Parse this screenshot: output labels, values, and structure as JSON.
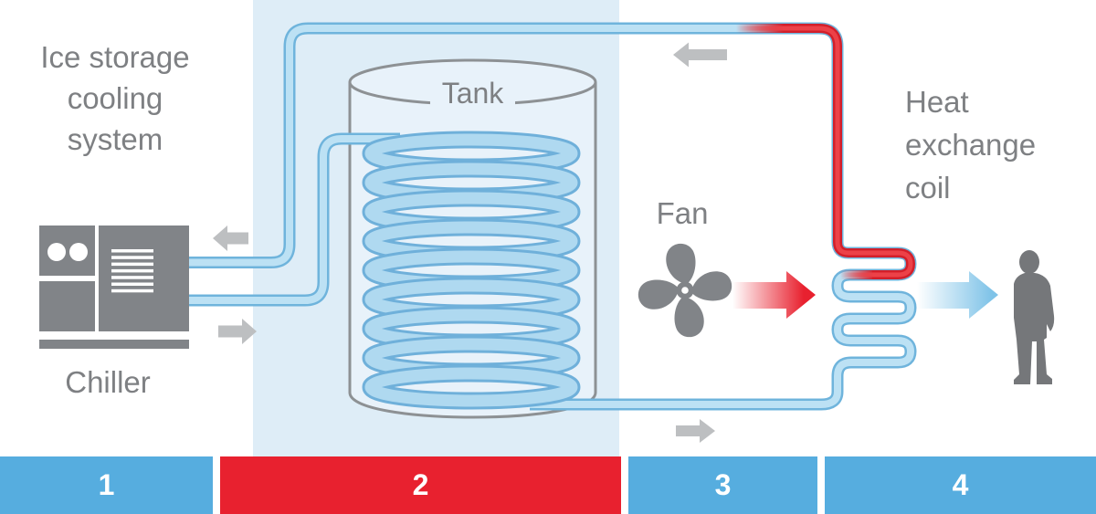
{
  "diagram": {
    "title_lines": [
      "Ice storage",
      "cooling",
      "system"
    ],
    "labels": {
      "chiller": "Chiller",
      "tank": "Tank",
      "fan": "Fan",
      "heat_exchange_lines": [
        "Heat",
        "exchange",
        "coil"
      ]
    },
    "steps": [
      {
        "number": "1",
        "color": "#56ADDF"
      },
      {
        "number": "2",
        "color": "#E8212F"
      },
      {
        "number": "3",
        "color": "#56ADDF"
      },
      {
        "number": "4",
        "color": "#56ADDF"
      }
    ],
    "colors": {
      "highlight_panel": "#DEEDF7",
      "tank_fill": "#E8F2FA",
      "tank_outline": "#8D9194",
      "pipe_edge": "#6FB4DC",
      "pipe_core": "#BCE1F4",
      "coil_edge": "#6FB0DA",
      "coil_body": "#AFD9F0",
      "hot_pipe_edge": "#D31F2A",
      "hot_pipe_core": "#EC4148",
      "warm_air_arrow": "#E8212F",
      "cool_air_arrow": "#7FC3E8",
      "equipment_gray": "#818488",
      "flow_arrow_gray": "#BDBFC1",
      "person_gray": "#75777A",
      "text_gray": "#7E8083"
    },
    "icons": {
      "chiller": "chiller-icon",
      "fan": "fan-icon",
      "person": "person-icon",
      "warm_air": "warm-air-arrow-icon",
      "cool_air": "cool-air-arrow-icon",
      "flow_arrows": [
        "flow-arrow-left-chiller",
        "flow-arrow-right-chiller",
        "flow-arrow-left-return",
        "flow-arrow-right-supply"
      ]
    }
  }
}
